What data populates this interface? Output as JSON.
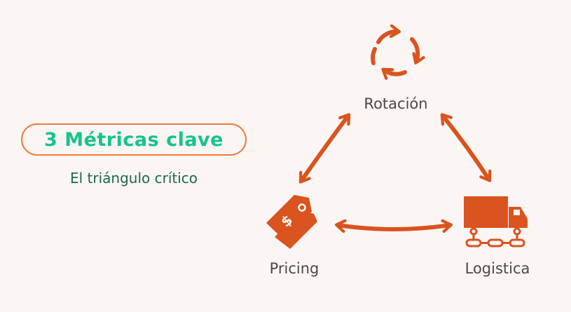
{
  "title": "3 Métricas clave",
  "subtitle": "El triángulo crítico",
  "nodes": {
    "rotation": {
      "label": "Rotación",
      "icon": "cycle-arrows-icon"
    },
    "pricing": {
      "label": "Pricing",
      "icon": "price-tag-icon"
    },
    "logistics": {
      "label": "Logistica",
      "icon": "truck-chain-icon"
    }
  },
  "colors": {
    "accent": "#d9541e",
    "title": "#14c48c",
    "subtitle": "#1d6a46",
    "pill_border": "#f07a3a"
  }
}
